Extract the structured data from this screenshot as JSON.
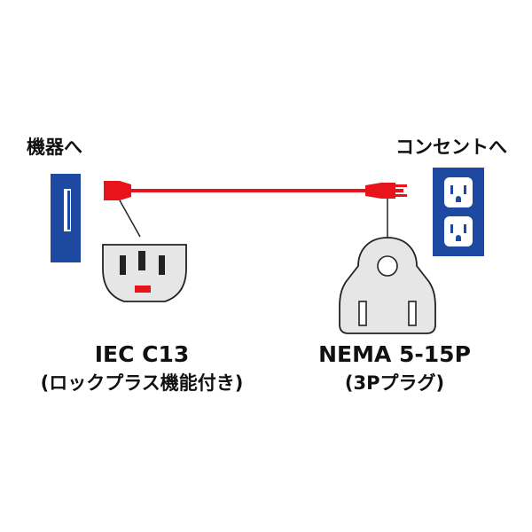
{
  "labels": {
    "device": "機器へ",
    "outlet": "コンセントへ"
  },
  "left_connector": {
    "name": "IEC C13",
    "note": "(ロックプラス機能付き)"
  },
  "right_connector": {
    "name": "NEMA 5-15P",
    "note": "(3Pプラグ)"
  },
  "colors": {
    "cable": "#e8141c",
    "panel": "#1d4aa0",
    "outline": "#222222",
    "plug_body": "#e6e6e6"
  }
}
